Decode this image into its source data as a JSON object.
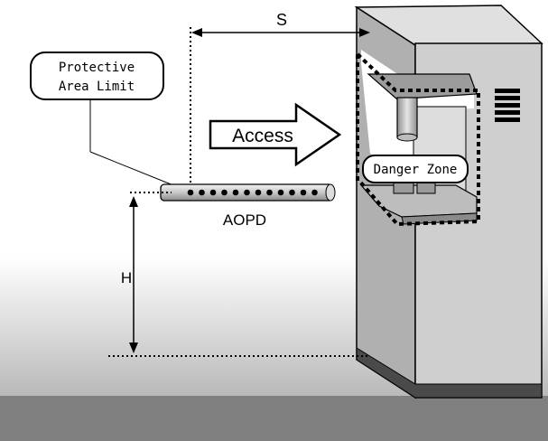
{
  "labels": {
    "distance": "S",
    "height": "H",
    "device": "AOPD",
    "access": "Access",
    "protective_area_line1": "Protective",
    "protective_area_line2": "Area Limit",
    "danger_zone": "Danger Zone"
  },
  "colors": {
    "ground": "#808080",
    "machine_front": "#d4d4d4",
    "machine_side": "#a9a9a9",
    "machine_dark": "#6e6e6e",
    "outline": "#000000"
  },
  "icons": {
    "access_arrow": "right-arrow-icon",
    "vent": "vent-grille-icon"
  }
}
